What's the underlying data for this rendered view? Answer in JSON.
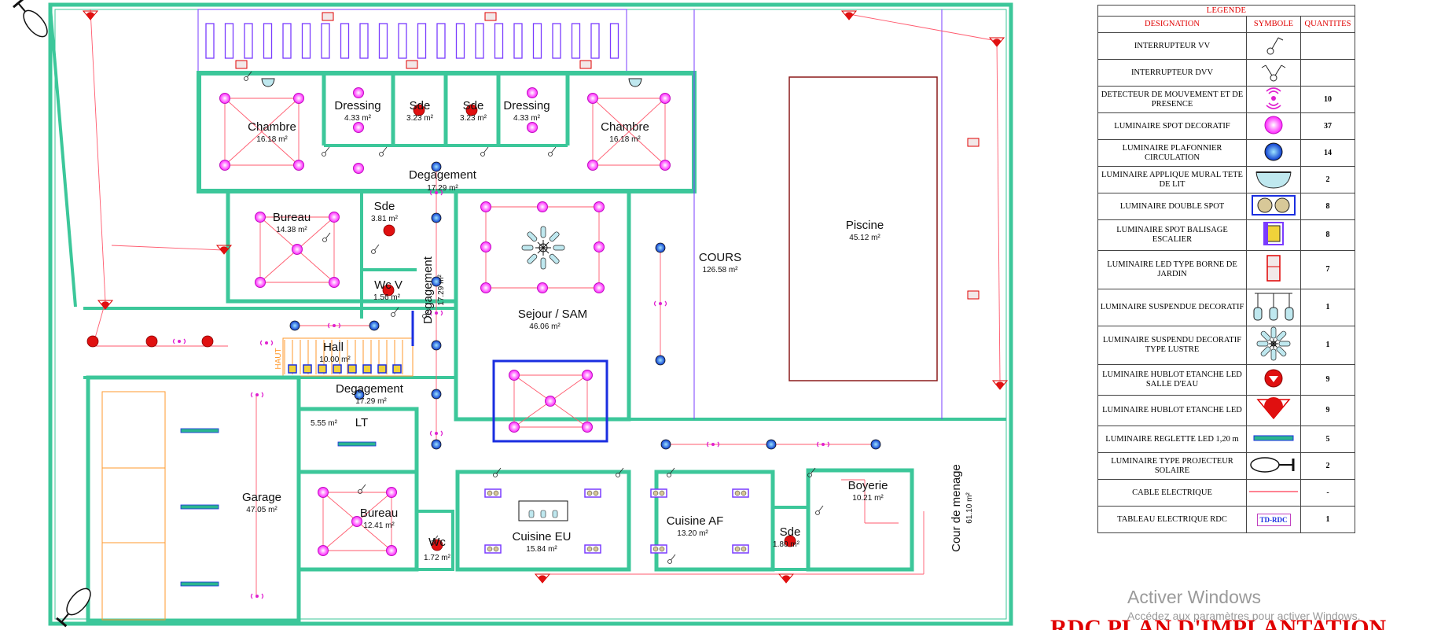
{
  "rooms": [
    {
      "name": "Chambre",
      "area": "16.18 m²"
    },
    {
      "name": "Dressing",
      "area": "4.33 m²"
    },
    {
      "name": "Sde",
      "area": "3.23 m²"
    },
    {
      "name": "Sde",
      "area": "3.23 m²"
    },
    {
      "name": "Dressing",
      "area": "4.33 m²"
    },
    {
      "name": "Chambre",
      "area": "16.18 m²"
    },
    {
      "name": "Degagement",
      "area": "17.29 m²"
    },
    {
      "name": "Bureau",
      "area": "14.38 m²"
    },
    {
      "name": "Sde",
      "area": "3.81 m²"
    },
    {
      "name": "Wc V",
      "area": "1.56 m²"
    },
    {
      "name": "Degagement",
      "area": "17.29 m²"
    },
    {
      "name": "Sejour / SAM",
      "area": "46.06 m²"
    },
    {
      "name": "COURS",
      "area": "126.58 m²"
    },
    {
      "name": "Piscine",
      "area": "45.12 m²"
    },
    {
      "name": "Hall",
      "area": "10.00 m²"
    },
    {
      "name": "Degagement",
      "area": "17.29 m²"
    },
    {
      "name": "LT",
      "area": "5.55 m²"
    },
    {
      "name": "Garage",
      "area": "47.05 m²"
    },
    {
      "name": "Bureau",
      "area": "12.41 m²"
    },
    {
      "name": "Wc",
      "area": "1.72 m²"
    },
    {
      "name": "Cuisine EU",
      "area": "15.84 m²"
    },
    {
      "name": "Cuisine AF",
      "area": "13.20 m²"
    },
    {
      "name": "Sde",
      "area": "1.80 m²"
    },
    {
      "name": "Boyerie",
      "area": "10.21 m²"
    },
    {
      "name": "Cour de menage",
      "area": "61.10 m²"
    }
  ],
  "stair_label": "HAUT",
  "legend": {
    "title": "LEGENDE",
    "headers": [
      "DESIGNATION",
      "SYMBOLE",
      "QUANTITES"
    ],
    "rows": [
      {
        "designation": "INTERRUPTEUR VV",
        "quantity": ""
      },
      {
        "designation": "INTERRUPTEUR DVV",
        "quantity": ""
      },
      {
        "designation": "DETECTEUR DE MOUVEMENT ET DE PRESENCE",
        "quantity": "10"
      },
      {
        "designation": "LUMINAIRE SPOT DECORATIF",
        "quantity": "37"
      },
      {
        "designation": "LUMINAIRE PLAFONNIER CIRCULATION",
        "quantity": "14"
      },
      {
        "designation": "LUMINAIRE APPLIQUE MURAL TETE DE LIT",
        "quantity": "2"
      },
      {
        "designation": "LUMINAIRE DOUBLE SPOT",
        "quantity": "8"
      },
      {
        "designation": "LUMINAIRE SPOT BALISAGE ESCALIER",
        "quantity": "8"
      },
      {
        "designation": "LUMINAIRE LED TYPE BORNE DE JARDIN",
        "quantity": "7"
      },
      {
        "designation": "LUMINAIRE SUSPENDUE DECORATIF",
        "quantity": "1"
      },
      {
        "designation": "LUMINAIRE SUSPENDU DECORATIF TYPE LUSTRE",
        "quantity": "1"
      },
      {
        "designation": "LUMINAIRE HUBLOT ETANCHE LED SALLE D'EAU",
        "quantity": "9"
      },
      {
        "designation": "LUMINAIRE HUBLOT ETANCHE LED",
        "quantity": "9"
      },
      {
        "designation": "LUMINAIRE REGLETTE LED 1,20 m",
        "quantity": "5"
      },
      {
        "designation": "LUMINAIRE TYPE PROJECTEUR SOLAIRE",
        "quantity": "2"
      },
      {
        "designation": "CABLE ELECTRIQUE",
        "quantity": "-"
      },
      {
        "designation": "TABLEAU ELECTRIQUE RDC",
        "quantity": "1"
      }
    ],
    "panel_code": "TD-RDC"
  },
  "watermark": {
    "line1": "Activer Windows",
    "line2": "Accédez aux paramètres pour activer Windows."
  },
  "drawing_title": "RDC PLAN D'IMPLANTATION"
}
